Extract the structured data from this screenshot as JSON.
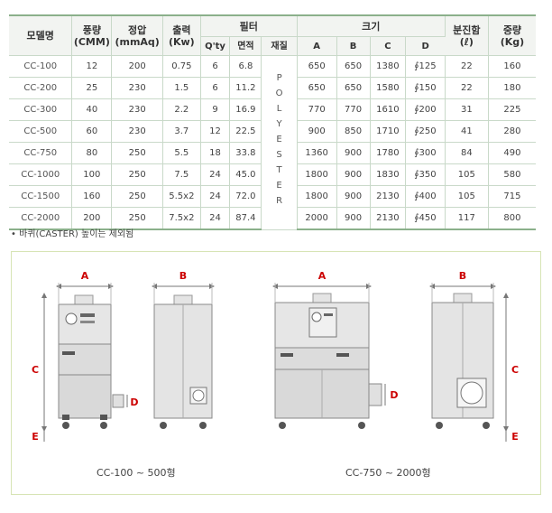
{
  "table": {
    "headers": {
      "model": "모델명",
      "airflow": "풍량",
      "airflow_unit": "(CMM)",
      "pressure": "정압",
      "pressure_unit": "(mmAq)",
      "power": "출력",
      "power_unit": "(Kw)",
      "filter": "필터",
      "filter_qty": "Q'ty",
      "filter_area": "면적",
      "filter_material": "재질",
      "size": "크기",
      "size_a": "A",
      "size_b": "B",
      "size_c": "C",
      "size_d": "D",
      "dust_bin": "분진함",
      "dust_bin_unit": "(ℓ)",
      "weight": "중량",
      "weight_unit": "(Kg)"
    },
    "material": "POLYESTER",
    "rows": [
      {
        "model": "CC-100",
        "airflow": "12",
        "pressure": "200",
        "power": "0.75",
        "qty": "6",
        "area": "6.8",
        "a": "650",
        "b": "650",
        "c": "1380",
        "d": "∮125",
        "bin": "22",
        "weight": "160"
      },
      {
        "model": "CC-200",
        "airflow": "25",
        "pressure": "230",
        "power": "1.5",
        "qty": "6",
        "area": "11.2",
        "a": "650",
        "b": "650",
        "c": "1580",
        "d": "∮150",
        "bin": "22",
        "weight": "180"
      },
      {
        "model": "CC-300",
        "airflow": "40",
        "pressure": "230",
        "power": "2.2",
        "qty": "9",
        "area": "16.9",
        "a": "770",
        "b": "770",
        "c": "1610",
        "d": "∮200",
        "bin": "31",
        "weight": "225"
      },
      {
        "model": "CC-500",
        "airflow": "60",
        "pressure": "230",
        "power": "3.7",
        "qty": "12",
        "area": "22.5",
        "a": "900",
        "b": "850",
        "c": "1710",
        "d": "∮250",
        "bin": "41",
        "weight": "280"
      },
      {
        "model": "CC-750",
        "airflow": "80",
        "pressure": "250",
        "power": "5.5",
        "qty": "18",
        "area": "33.8",
        "a": "1360",
        "b": "900",
        "c": "1780",
        "d": "∮300",
        "bin": "84",
        "weight": "490"
      },
      {
        "model": "CC-1000",
        "airflow": "100",
        "pressure": "250",
        "power": "7.5",
        "qty": "24",
        "area": "45.0",
        "a": "1800",
        "b": "900",
        "c": "1830",
        "d": "∮350",
        "bin": "105",
        "weight": "580"
      },
      {
        "model": "CC-1500",
        "airflow": "160",
        "pressure": "250",
        "power": "5.5x2",
        "qty": "24",
        "area": "72.0",
        "a": "1800",
        "b": "900",
        "c": "2130",
        "d": "∮400",
        "bin": "105",
        "weight": "715"
      },
      {
        "model": "CC-2000",
        "airflow": "200",
        "pressure": "250",
        "power": "7.5x2",
        "qty": "24",
        "area": "87.4",
        "a": "2000",
        "b": "900",
        "c": "2130",
        "d": "∮450",
        "bin": "117",
        "weight": "800"
      }
    ]
  },
  "note": "• 바퀴(CASTER) 높이는 제외됨",
  "diagram": {
    "labels": {
      "a": "A",
      "b": "B",
      "c": "C",
      "d": "D",
      "e": "E"
    },
    "caption_small": "CC-100 ~ 500형",
    "caption_large": "CC-750 ~ 2000형",
    "colors": {
      "dimension": "#cc0000",
      "panel_border": "#d7e4b5",
      "body": "#d9d9d9"
    }
  }
}
